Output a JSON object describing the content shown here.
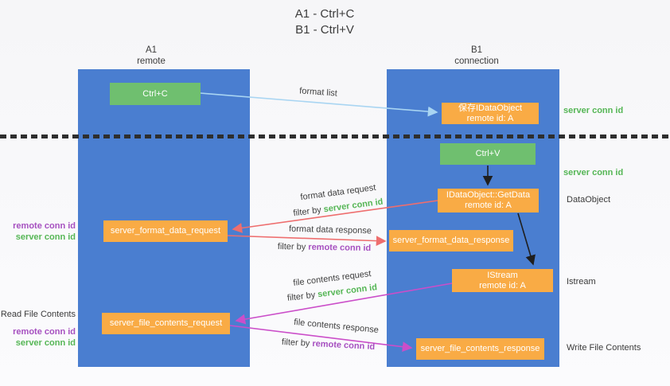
{
  "title": {
    "line1": "A1 - Ctrl+C",
    "line2": "B1 - Ctrl+V"
  },
  "lanes": {
    "left": {
      "name": "A1",
      "role": "remote"
    },
    "right": {
      "name": "B1",
      "role": "connection"
    }
  },
  "nodes": {
    "ctrl_c": {
      "label": "Ctrl+C"
    },
    "save_dataobject": {
      "line1": "保存IDataObject",
      "line2": "remote id: A"
    },
    "ctrl_v": {
      "label": "Ctrl+V"
    },
    "getdata": {
      "line1": "IDataObject::GetData",
      "line2": "remote id: A"
    },
    "format_request": {
      "label": "server_format_data_request"
    },
    "format_response": {
      "label": "server_format_data_response"
    },
    "istream": {
      "line1": "IStream",
      "line2": "remote id: A"
    },
    "file_request": {
      "label": "server_file_contents_request"
    },
    "file_response": {
      "label": "server_file_contents_response"
    }
  },
  "annotations": {
    "server_conn_id_top": "server conn id",
    "server_conn_id_mid": "server conn id",
    "dataobject": "DataObject",
    "istream": "Istream",
    "write_file_contents": "Write File Contents",
    "read_file_contents": "Read File Contents",
    "format_remote_conn_id": "remote conn id",
    "format_server_conn_id": "server conn id",
    "file_remote_conn_id": "remote conn id",
    "file_server_conn_id": "server conn id"
  },
  "arrows": {
    "format_list": {
      "label": "format list"
    },
    "format_data_request": {
      "label": "format data request",
      "filter_prefix": "filter by ",
      "filter_key": "server conn id"
    },
    "format_data_response": {
      "label": "format data response",
      "filter_prefix": "filter by ",
      "filter_key": "remote conn id"
    },
    "file_contents_request": {
      "label": "file contents request",
      "filter_prefix": "filter by ",
      "filter_key": "server conn id"
    },
    "file_contents_response": {
      "label": "file contents response",
      "filter_prefix": "filter by ",
      "filter_key": "remote conn id"
    }
  },
  "colors": {
    "lane_blue": "#4a7ed0",
    "box_green": "#6fbf6f",
    "box_orange": "#f9ab45",
    "green_text": "#55b655",
    "purple_text": "#a650c0",
    "red_arrow": "#ee6e6e",
    "magenta_arrow": "#cb4ec9",
    "light_blue_arrow": "#a9d5f2",
    "divider_black": "#2e2e2e"
  }
}
